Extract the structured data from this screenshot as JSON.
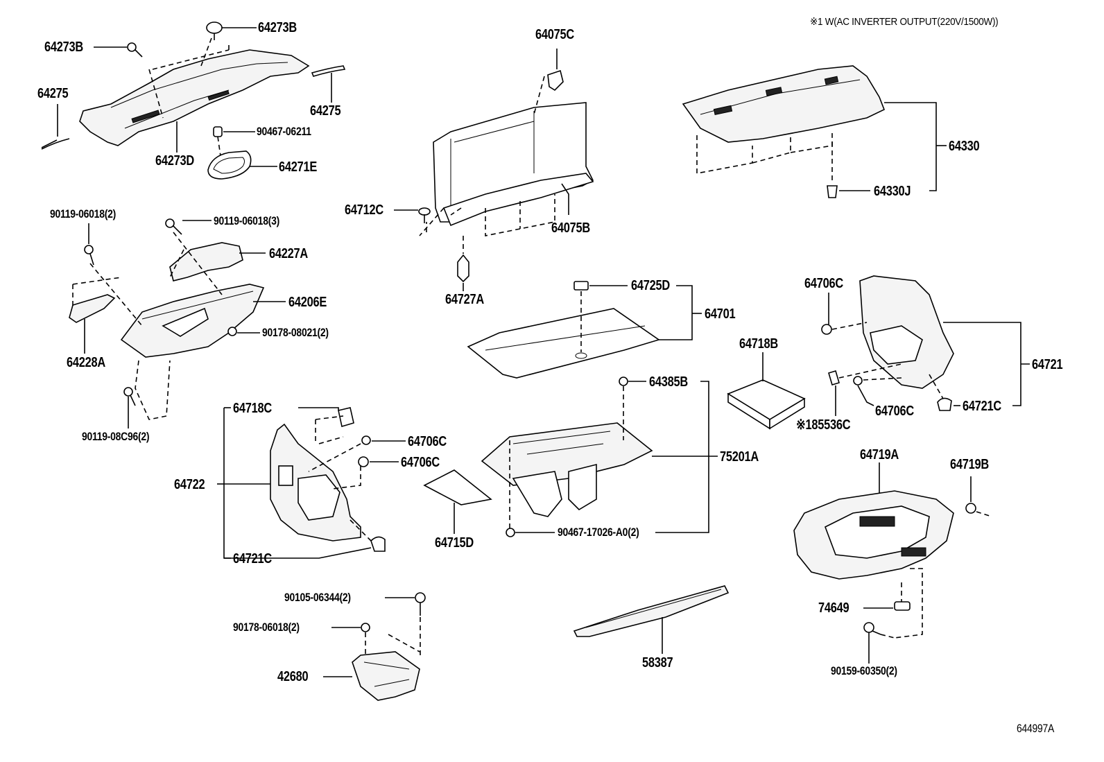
{
  "header": {
    "note": "※1 W(AC INVERTER OUTPUT(220V/1500W))"
  },
  "footer": {
    "code": "644997A"
  },
  "labels": {
    "p64273B_a": "64273B",
    "p64273B_b": "64273B",
    "p64275_a": "64275",
    "p64275_b": "64275",
    "p90467_06211": "90467-06211",
    "p64273D": "64273D",
    "p64271E": "64271E",
    "p64075C": "64075C",
    "p64712C": "64712C",
    "p64075B": "64075B",
    "p64727A": "64727A",
    "p64330": "64330",
    "p64330J": "64330J",
    "p90119_06018_2": "90119-06018(2)",
    "p90119_06018_3": "90119-06018(3)",
    "p64227A": "64227A",
    "p64206E": "64206E",
    "p90178_08021": "90178-08021(2)",
    "p64228A": "64228A",
    "p90119_08C96": "90119-08C96(2)",
    "p64725D": "64725D",
    "p64701": "64701",
    "p64718B": "64718B",
    "p64706C_a": "64706C",
    "p64721": "64721",
    "p64721C_a": "64721C",
    "p64706C_b": "64706C",
    "p85536C": "※185536C",
    "p64718C": "64718C",
    "p64706C_c": "64706C",
    "p64706C_d": "64706C",
    "p64722": "64722",
    "p64721C_b": "64721C",
    "p64715D": "64715D",
    "p64385B": "64385B",
    "p75201A": "75201A",
    "p90467_17026": "90467-17026-A0(2)",
    "p64719A": "64719A",
    "p64719B": "64719B",
    "p74649": "74649",
    "p90159_60350": "90159-60350(2)",
    "p90105_06344": "90105-06344(2)",
    "p90178_06018": "90178-06018(2)",
    "p42680": "42680",
    "p58387": "58387"
  }
}
